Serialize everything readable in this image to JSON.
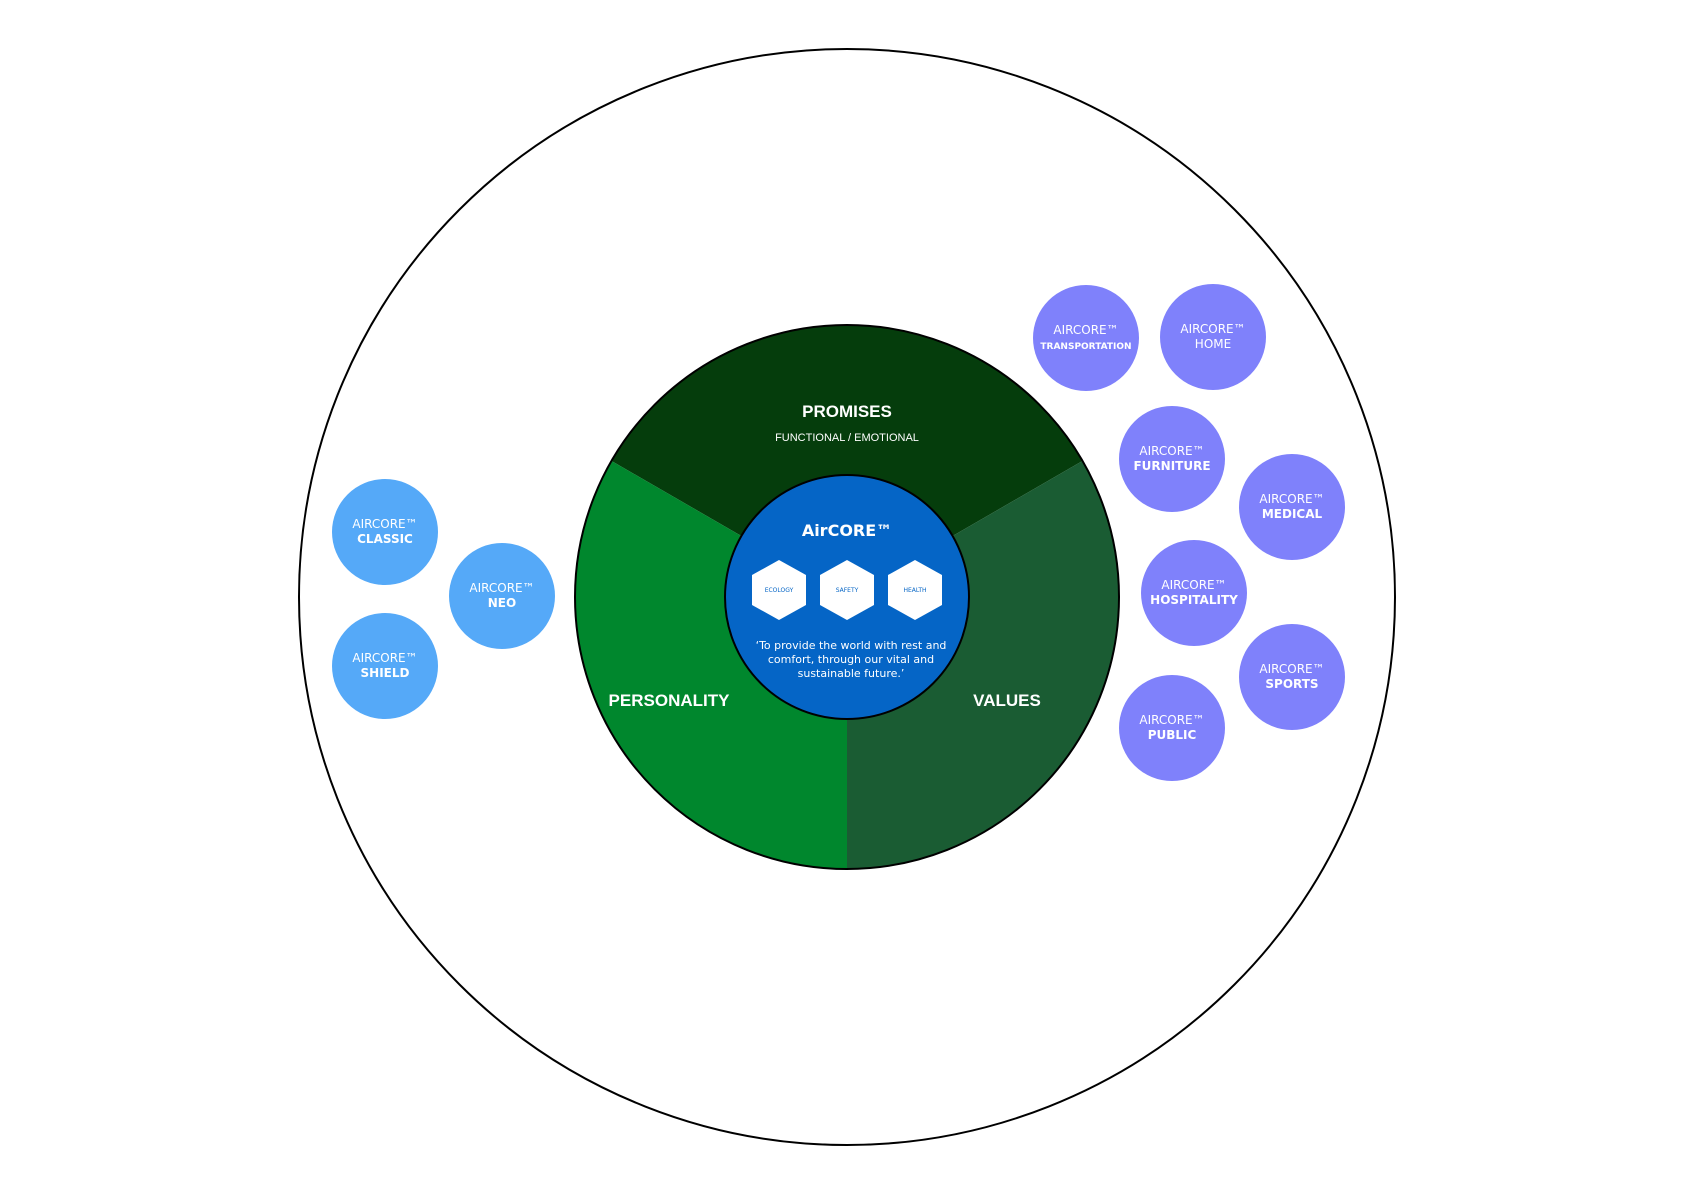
{
  "segments": {
    "promises": {
      "title": "PROMISES",
      "subtitle": "FUNCTIONAL / EMOTIONAL",
      "color": "#053d0c"
    },
    "personality": {
      "title": "PERSONALITY",
      "color": "#00872d"
    },
    "values": {
      "title": "VALUES",
      "color": "#1a5c33"
    }
  },
  "core": {
    "title": "AirCORE™",
    "color": "#0565c6",
    "pillars": [
      "ECOLOGY",
      "SAFETY",
      "HEALTH"
    ],
    "mission_lines": [
      "‘To provide the world with rest and",
      "comfort, through our vital and",
      "sustainable future.’"
    ]
  },
  "left_products": {
    "color": "#55a9f8",
    "items": [
      {
        "prefix": "AIRCORE™",
        "name": "CLASSIC"
      },
      {
        "prefix": "AIRCORE™",
        "name": "NEO"
      },
      {
        "prefix": "AIRCORE™",
        "name": "SHIELD"
      }
    ]
  },
  "right_products": {
    "color": "#7f81fb",
    "items": [
      {
        "prefix": "AIRCORE™",
        "name": "TRANSPORTATION"
      },
      {
        "prefix": "AIRCORE™",
        "name": "HOME"
      },
      {
        "prefix": "AIRCORE™",
        "name": "FURNITURE"
      },
      {
        "prefix": "AIRCORE™",
        "name": "MEDICAL"
      },
      {
        "prefix": "AIRCORE™",
        "name": "HOSPITALITY"
      },
      {
        "prefix": "AIRCORE™",
        "name": "SPORTS"
      },
      {
        "prefix": "AIRCORE™",
        "name": "PUBLIC"
      }
    ]
  }
}
